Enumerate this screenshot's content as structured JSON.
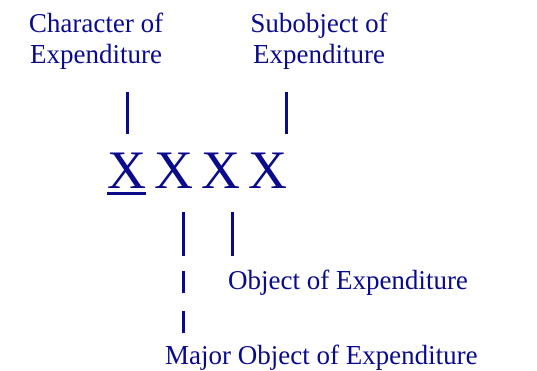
{
  "labels": {
    "character_line1": "Character of",
    "character_line2": "Expenditure",
    "subobject_line1": "Subobject of",
    "subobject_line2": "Expenditure",
    "object": "Object of Expenditure",
    "major_object": "Major Object of Expenditure"
  },
  "code": {
    "digits": [
      "X",
      "X",
      "X",
      "X"
    ]
  },
  "colors": {
    "text": "#0a0a8c",
    "background": "#ffffff"
  }
}
